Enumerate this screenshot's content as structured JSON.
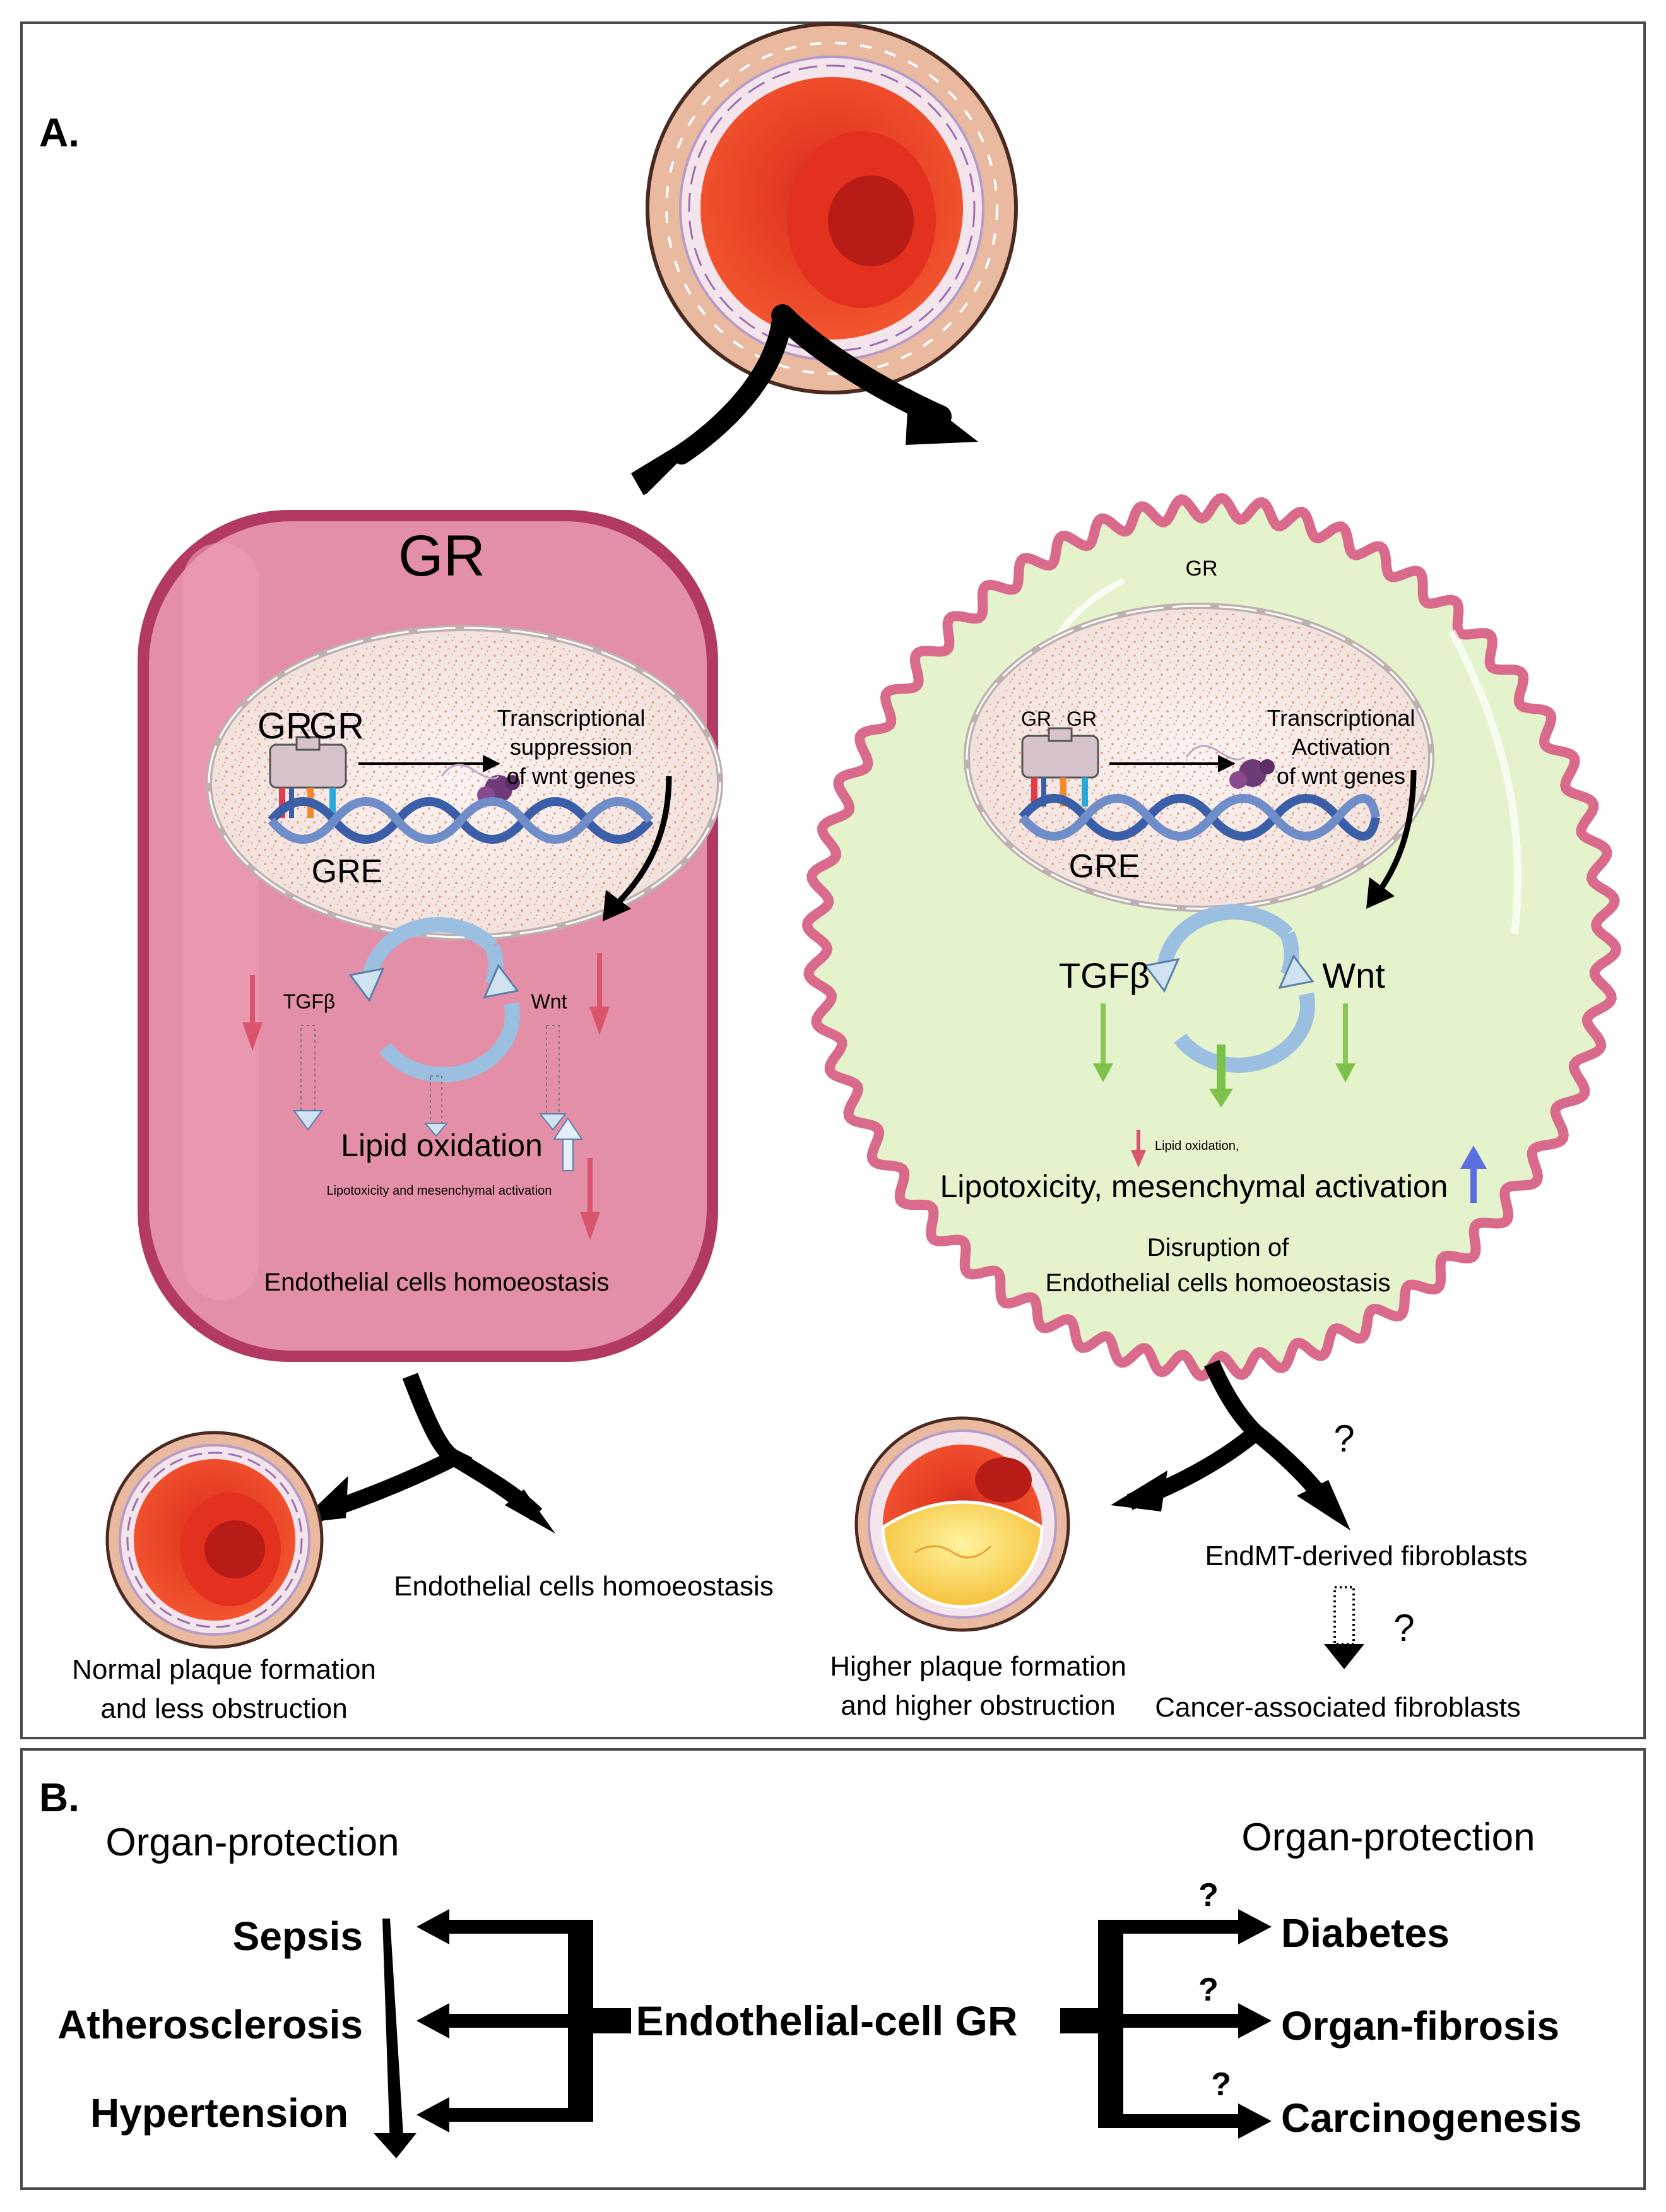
{
  "panel_a": {
    "label": "A.",
    "left_cell": {
      "title": "GR",
      "receptor_label_1": "GR",
      "receptor_label_2": "GR",
      "transcription_text": [
        "Transcriptional",
        "suppression",
        "of wnt genes"
      ],
      "gre_label": "GRE",
      "tgf_label": "TGFβ",
      "wnt_label": "Wnt",
      "lipid_label": "Lipid oxidation",
      "lipotox_label": "Lipotoxicity and mesenchymal activation",
      "homeostasis_label": "Endothelial cells homoeostasis"
    },
    "right_cell": {
      "title": "GR",
      "receptor_label_1": "GR",
      "receptor_label_2": "GR",
      "transcription_text": [
        "Transcriptional",
        "Activation",
        "of wnt genes"
      ],
      "gre_label": "GRE",
      "tgf_label": "TGFβ",
      "wnt_label": "Wnt",
      "lipid_small_label": "Lipid oxidation,",
      "lipotox_label": "Lipotoxicity, mesenchymal activation",
      "disruption_label": [
        "Disruption of",
        "Endothelial cells homoeostasis"
      ]
    },
    "outcomes": {
      "left_vessel_caption": [
        "Normal plaque formation",
        "and less obstruction"
      ],
      "left_homeostasis": "Endothelial cells homoeostasis",
      "right_vessel_caption": [
        "Higher plaque formation",
        "and higher obstruction"
      ],
      "question_mark_1": "?",
      "endmt_label": "EndMT-derived fibroblasts",
      "question_mark_2": "?",
      "caf_label": "Cancer-associated fibroblasts"
    }
  },
  "panel_b": {
    "label": "B.",
    "left_heading": "Organ-protection",
    "right_heading": "Organ-protection",
    "center_label": "Endothelial-cell GR",
    "left_items": [
      "Sepsis",
      "Atherosclerosis",
      "Hypertension"
    ],
    "right_items": [
      "Diabetes",
      "Organ-fibrosis",
      "Carcinogenesis"
    ],
    "right_question_marks": [
      "?",
      "?",
      "?"
    ]
  },
  "colors": {
    "left_cell_fill": "#e48fa8",
    "left_cell_border": "#b23a62",
    "right_cell_fill": "#e4f3cc",
    "right_cell_border": "#d96a8c",
    "vessel_red": "#e53a24",
    "arrow_black": "#000000",
    "cycle_blue": "#a9cbe8",
    "down_red": "#d9546c",
    "up_blue": "#5b6fe0",
    "green_arrow": "#7cc24a",
    "dna_blue": "#3a5ea8"
  }
}
